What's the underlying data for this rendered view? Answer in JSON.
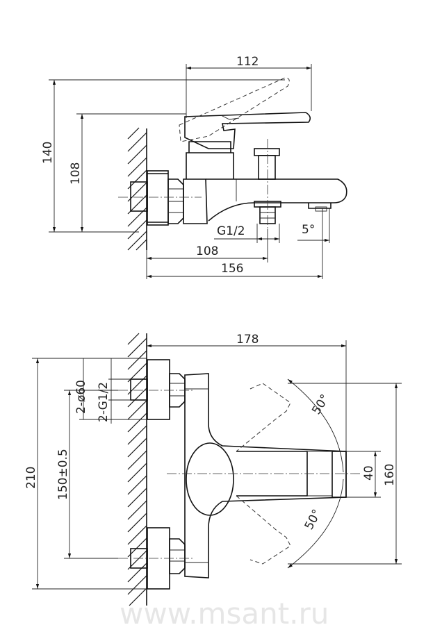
{
  "top_view": {
    "dims": {
      "width_112": "112",
      "height_140": "140",
      "height_108": "108",
      "thread": "G1/2",
      "angle": "5°",
      "depth_108": "108",
      "depth_156": "156"
    }
  },
  "front_view": {
    "dims": {
      "width_178": "178",
      "height_210": "210",
      "spacing": "150±0.5",
      "diameter": "2-ø60",
      "thread": "2-G1/2",
      "angle_top": "50°",
      "angle_bottom": "50°",
      "height_40": "40",
      "height_160": "160"
    }
  },
  "watermark": "www.msant.ru"
}
